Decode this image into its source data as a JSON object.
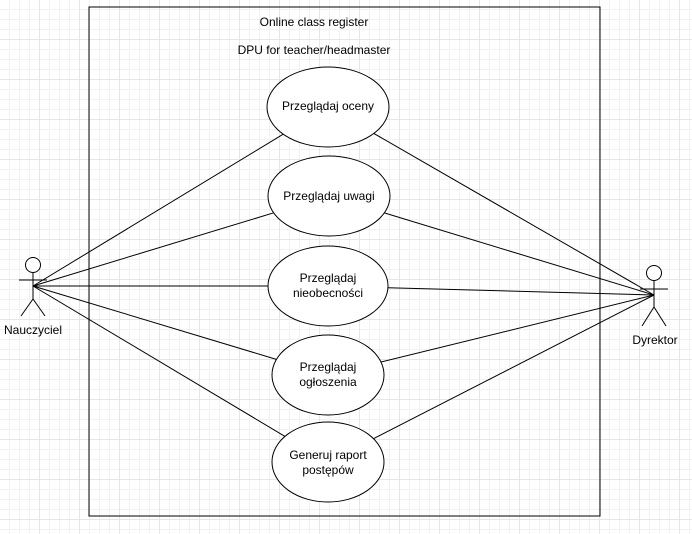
{
  "diagram": {
    "title": "Online class register",
    "subtitle": "DPU for teacher/headmaster",
    "actors": {
      "left": {
        "name": "Nauczyciel"
      },
      "right": {
        "name": "Dyrektor"
      }
    },
    "use_cases": [
      {
        "id": "uc1",
        "label": "Przeglądaj oceny"
      },
      {
        "id": "uc2",
        "label": "Przeglądaj uwagi"
      },
      {
        "id": "uc3",
        "label": "Przeglądaj\nnieobecności"
      },
      {
        "id": "uc4",
        "label": "Przeglądaj\nogłoszenia"
      },
      {
        "id": "uc5",
        "label": "Generuj raport\npostępów"
      }
    ],
    "associations": [
      {
        "from": "Nauczyciel",
        "to": "uc1"
      },
      {
        "from": "Nauczyciel",
        "to": "uc2"
      },
      {
        "from": "Nauczyciel",
        "to": "uc3"
      },
      {
        "from": "Nauczyciel",
        "to": "uc4"
      },
      {
        "from": "Nauczyciel",
        "to": "uc5"
      },
      {
        "from": "Dyrektor",
        "to": "uc1"
      },
      {
        "from": "Dyrektor",
        "to": "uc2"
      },
      {
        "from": "Dyrektor",
        "to": "uc3"
      },
      {
        "from": "Dyrektor",
        "to": "uc4"
      },
      {
        "from": "Dyrektor",
        "to": "uc5"
      }
    ],
    "colors": {
      "stroke": "#000000",
      "fill": "#ffffff",
      "grid": "#e6e6e6"
    }
  }
}
